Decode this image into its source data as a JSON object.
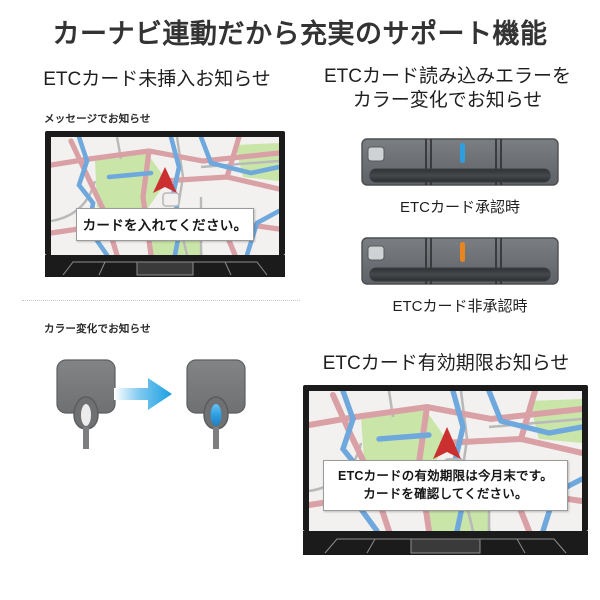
{
  "title": "カーナビ連動だから充実のサポート機能",
  "sections": {
    "card_not_inserted": {
      "heading": "ETCカード未挿入お知らせ",
      "caption": "メッセージでお知らせ",
      "nav_message": "カードを入れてください。"
    },
    "read_error": {
      "heading_line1": "ETCカード読み込みエラーを",
      "heading_line2": "カラー変化でお知らせ",
      "units": [
        {
          "caption": "ETCカード承認時",
          "led_color": "#2f9ee0",
          "led_state": "blue"
        },
        {
          "caption": "ETCカード非承認時",
          "led_color": "#e8851f",
          "led_state": "orange"
        }
      ]
    },
    "antenna_color_change": {
      "caption": "カラー変化でお知らせ",
      "before_state": "led-off",
      "after_state": "led-blue",
      "arrow": "right-arrow-icon"
    },
    "expiry_notice": {
      "heading": "ETCカード有効期限お知らせ",
      "nav_message_line1": "ETCカードの有効期限は今月末です。",
      "nav_message_line2": "カードを確認してください。"
    }
  },
  "colors": {
    "title_text": "#333333",
    "body_text": "#1f1f1f",
    "background": "#ffffff",
    "nav_bezel": "#1b1b1b",
    "map_base": "#f2f1ef",
    "map_road": "#d9a0a5",
    "map_river": "#6fa8dc",
    "map_park": "#c9e5a8",
    "map_minor_road": "#b9b9b9",
    "position_marker": "#cc2f30",
    "unit_body": "#6b6f73",
    "unit_slot": "#3b3d40",
    "antenna_body": "#77797b",
    "led_blue": "#2f9ee0",
    "led_orange": "#e8851f",
    "arrow_blue": "#1a9fe0",
    "divider": "#c8c8c8"
  }
}
